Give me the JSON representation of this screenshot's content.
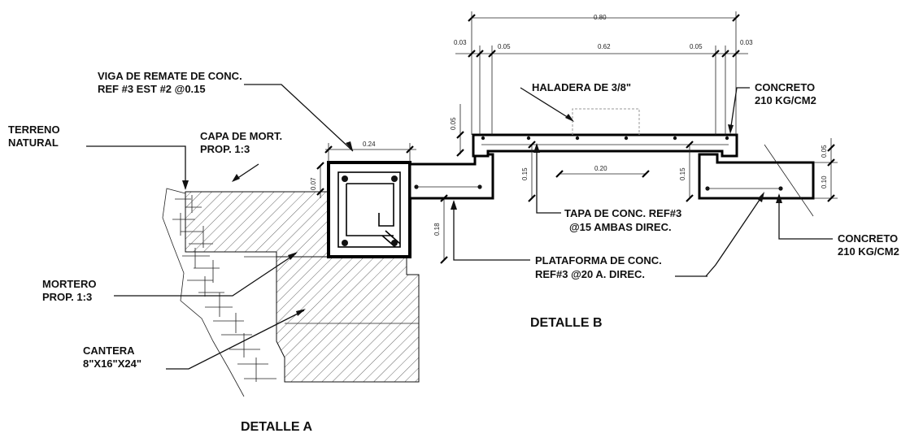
{
  "labels": {
    "viga_line1": "VIGA DE REMATE DE CONC.",
    "viga_line2": "REF #3 EST #2 @0.15",
    "terreno_line1": "TERRENO",
    "terreno_line2": "NATURAL",
    "capa_line1": "CAPA DE MORT.",
    "capa_line2": "PROP. 1:3",
    "haladera": "HALADERA DE 3/8\"",
    "concreto_top_line1": "CONCRETO",
    "concreto_top_line2": "210 KG/CM2",
    "tapa_line1": "TAPA DE CONC. REF#3",
    "tapa_line2": "@15 AMBAS DIREC.",
    "concreto_right_line1": "CONCRETO",
    "concreto_right_line2": "210 KG/CM2",
    "mortero_line1": "MORTERO",
    "mortero_line2": "PROP. 1:3",
    "plataforma_line1": "PLATAFORMA DE CONC.",
    "plataforma_line2": "REF#3  @20 A. DIREC.",
    "cantera_line1": "CANTERA",
    "cantera_line2": "8\"X16\"X24\"",
    "detalle_b": "DETALLE B",
    "detalle_a": "DETALLE A"
  },
  "dimensions": {
    "d080": "0.80",
    "d003_left": "0.03",
    "d005_left": "0.05",
    "d062": "0.62",
    "d005_right": "0.05",
    "d003_right": "0.03",
    "d005_vert_left": "0.05",
    "d024": "0.24",
    "d007": "0.07",
    "d015_left": "0.15",
    "d020": "0.20",
    "d015_right": "0.15",
    "d005_vert_right": "0.05",
    "d010": "0.10",
    "d018": "0.18"
  }
}
